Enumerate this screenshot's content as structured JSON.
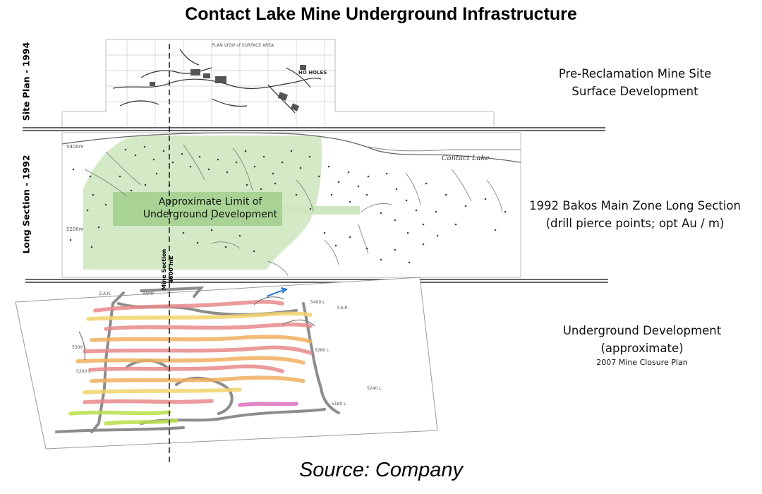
{
  "title": "Contact Lake Mine Underground Infrastructure",
  "left_labels": {
    "site_plan": "Site Plan - 1994",
    "long_section": "Long Section - 1992"
  },
  "right_labels": {
    "site_plan_line1": "Pre-Reclamation Mine Site",
    "site_plan_line2": "Surface Development",
    "long_section_line1": "1992 Bakos Main Zone Long Section",
    "long_section_line2": "(drill pierce points; opt Au / m)",
    "underground_line1": "Underground Development",
    "underground_line2": "(approximate)",
    "underground_note": "2007 Mine Closure Plan"
  },
  "map_text": {
    "site_plan_heading": "PLAN VIEW of SURFACE AREA",
    "ho_holes": "HO HOLES",
    "lake_name": "Contact Lake",
    "elev_5400": "5400m",
    "elev_5200": "5200m",
    "approx_limit_line1": "Approximate Limit of",
    "approx_limit_line2": "Underground Development",
    "mine_section_line1": "Mine Section",
    "mine_section_line2": "4600 mE",
    "ramp": "RAMP",
    "z_ar": "Z.A.R.",
    "far": "F.A.R.",
    "level_5400": "5400 L",
    "level_5300": "5300 L",
    "level_5280": "5280 L",
    "level_5240": "5240 L",
    "level_5200": "5200 L",
    "level_5180": "5180 L"
  },
  "source": "Source: Company",
  "colors": {
    "green_zone": "#b9dca5",
    "green_band": "#8cc274",
    "level_red": "#e88a8a",
    "level_orange": "#f0b060",
    "level_yellow": "#f2d36a",
    "level_pink": "#e070c0",
    "level_lime": "#b8e04a",
    "drift_grey": "#8c8c8c"
  }
}
